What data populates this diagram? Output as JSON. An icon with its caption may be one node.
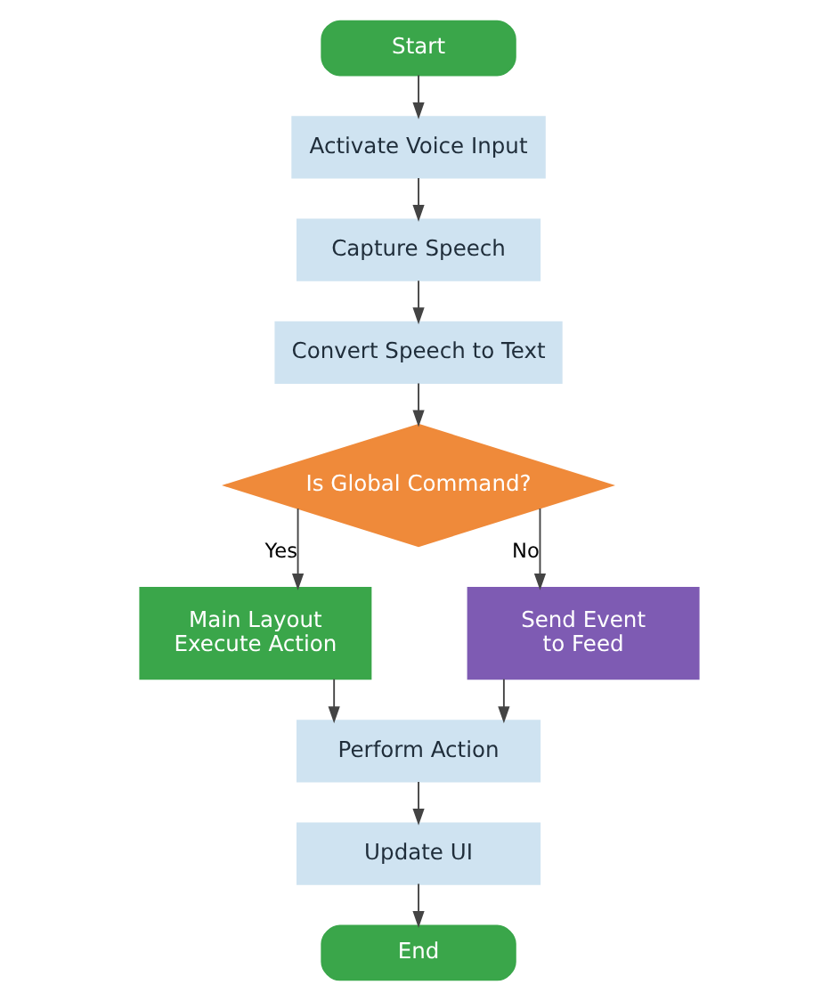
{
  "diagram": {
    "nodes": [
      {
        "text": [
          "Start"
        ]
      },
      {
        "text": [
          "Activate Voice Input"
        ]
      },
      {
        "text": [
          "Capture Speech"
        ]
      },
      {
        "text": [
          "Convert Speech to Text"
        ]
      },
      {
        "text": [
          "Is Global Command?"
        ]
      },
      {
        "text": [
          "Main Layout Execute Action"
        ]
      },
      {
        "text": [
          "Send Event to Feed"
        ]
      },
      {
        "text": [
          "Perform Action"
        ]
      },
      {
        "text": [
          "Update UI"
        ]
      },
      {
        "text": [
          "End"
        ]
      }
    ],
    "edges": [
      {
        "from": 0,
        "to": 1,
        "arrow": "to"
      },
      {
        "from": 1,
        "to": 2,
        "arrow": "to"
      },
      {
        "from": 2,
        "to": 3,
        "arrow": "to"
      },
      {
        "from": 3,
        "to": 4,
        "arrow": "to"
      },
      {
        "from": 4,
        "to": 5,
        "arrow": "to",
        "label": "Yes"
      },
      {
        "from": 4,
        "to": 6,
        "arrow": "to",
        "label": "No"
      },
      {
        "from": 5,
        "to": 7,
        "arrow": "to"
      },
      {
        "from": 6,
        "to": 7,
        "arrow": "to"
      },
      {
        "from": 7,
        "to": 8,
        "arrow": "to"
      },
      {
        "from": 8,
        "to": 9,
        "arrow": "to"
      }
    ]
  }
}
